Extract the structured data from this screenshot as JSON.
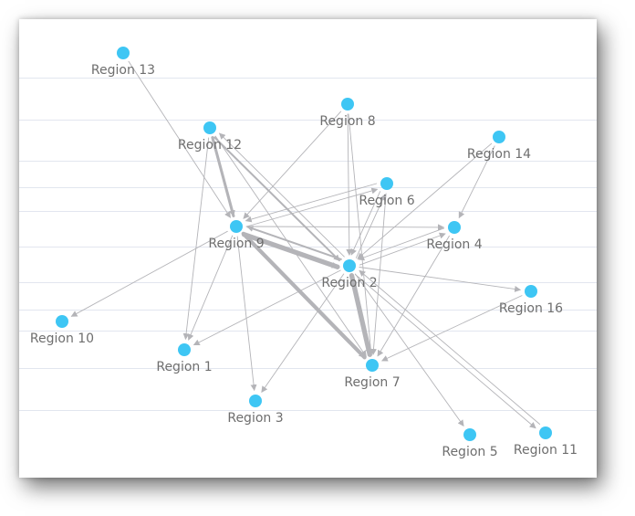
{
  "colors": {
    "node": "#3ec6f4",
    "edge": "#b4b4b8",
    "label": "#6e6e6e"
  },
  "nodes": [
    {
      "id": "r13",
      "label": "Region 13"
    },
    {
      "id": "r8",
      "label": "Region 8"
    },
    {
      "id": "r12",
      "label": "Region 12"
    },
    {
      "id": "r14",
      "label": "Region 14"
    },
    {
      "id": "r6",
      "label": "Region 6"
    },
    {
      "id": "r9",
      "label": "Region 9"
    },
    {
      "id": "r4",
      "label": "Region 4"
    },
    {
      "id": "r2",
      "label": "Region 2"
    },
    {
      "id": "r16",
      "label": "Region 16"
    },
    {
      "id": "r10",
      "label": "Region 10"
    },
    {
      "id": "r1",
      "label": "Region 1"
    },
    {
      "id": "r7",
      "label": "Region 7"
    },
    {
      "id": "r3",
      "label": "Region 3"
    },
    {
      "id": "r5",
      "label": "Region 5"
    },
    {
      "id": "r11",
      "label": "Region 11"
    }
  ],
  "edges": [
    {
      "from": "r13",
      "to": "r9",
      "weight": 1
    },
    {
      "from": "r8",
      "to": "r9",
      "weight": 1
    },
    {
      "from": "r8",
      "to": "r2",
      "weight": 1
    },
    {
      "from": "r8",
      "to": "r7",
      "weight": 1
    },
    {
      "from": "r12",
      "to": "r9",
      "weight": 3
    },
    {
      "from": "r12",
      "to": "r1",
      "weight": 1
    },
    {
      "from": "r12",
      "to": "r2",
      "weight": 2
    },
    {
      "from": "r2",
      "to": "r12",
      "weight": 1
    },
    {
      "from": "r12",
      "to": "r7",
      "weight": 1
    },
    {
      "from": "r14",
      "to": "r4",
      "weight": 1
    },
    {
      "from": "r14",
      "to": "r2",
      "weight": 1
    },
    {
      "from": "r6",
      "to": "r9",
      "weight": 1
    },
    {
      "from": "r9",
      "to": "r6",
      "weight": 1
    },
    {
      "from": "r6",
      "to": "r2",
      "weight": 1
    },
    {
      "from": "r2",
      "to": "r6",
      "weight": 1
    },
    {
      "from": "r6",
      "to": "r7",
      "weight": 1
    },
    {
      "from": "r9",
      "to": "r2",
      "weight": 5
    },
    {
      "from": "r2",
      "to": "r9",
      "weight": 2
    },
    {
      "from": "r9",
      "to": "r7",
      "weight": 4
    },
    {
      "from": "r9",
      "to": "r4",
      "weight": 1
    },
    {
      "from": "r9",
      "to": "r10",
      "weight": 1
    },
    {
      "from": "r9",
      "to": "r1",
      "weight": 1
    },
    {
      "from": "r9",
      "to": "r3",
      "weight": 1
    },
    {
      "from": "r4",
      "to": "r2",
      "weight": 1
    },
    {
      "from": "r2",
      "to": "r4",
      "weight": 1
    },
    {
      "from": "r4",
      "to": "r7",
      "weight": 1
    },
    {
      "from": "r2",
      "to": "r7",
      "weight": 5
    },
    {
      "from": "r2",
      "to": "r16",
      "weight": 1
    },
    {
      "from": "r2",
      "to": "r5",
      "weight": 1
    },
    {
      "from": "r2",
      "to": "r11",
      "weight": 1
    },
    {
      "from": "r11",
      "to": "r2",
      "weight": 1
    },
    {
      "from": "r2",
      "to": "r1",
      "weight": 1
    },
    {
      "from": "r2",
      "to": "r3",
      "weight": 1
    },
    {
      "from": "r16",
      "to": "r7",
      "weight": 1
    }
  ]
}
